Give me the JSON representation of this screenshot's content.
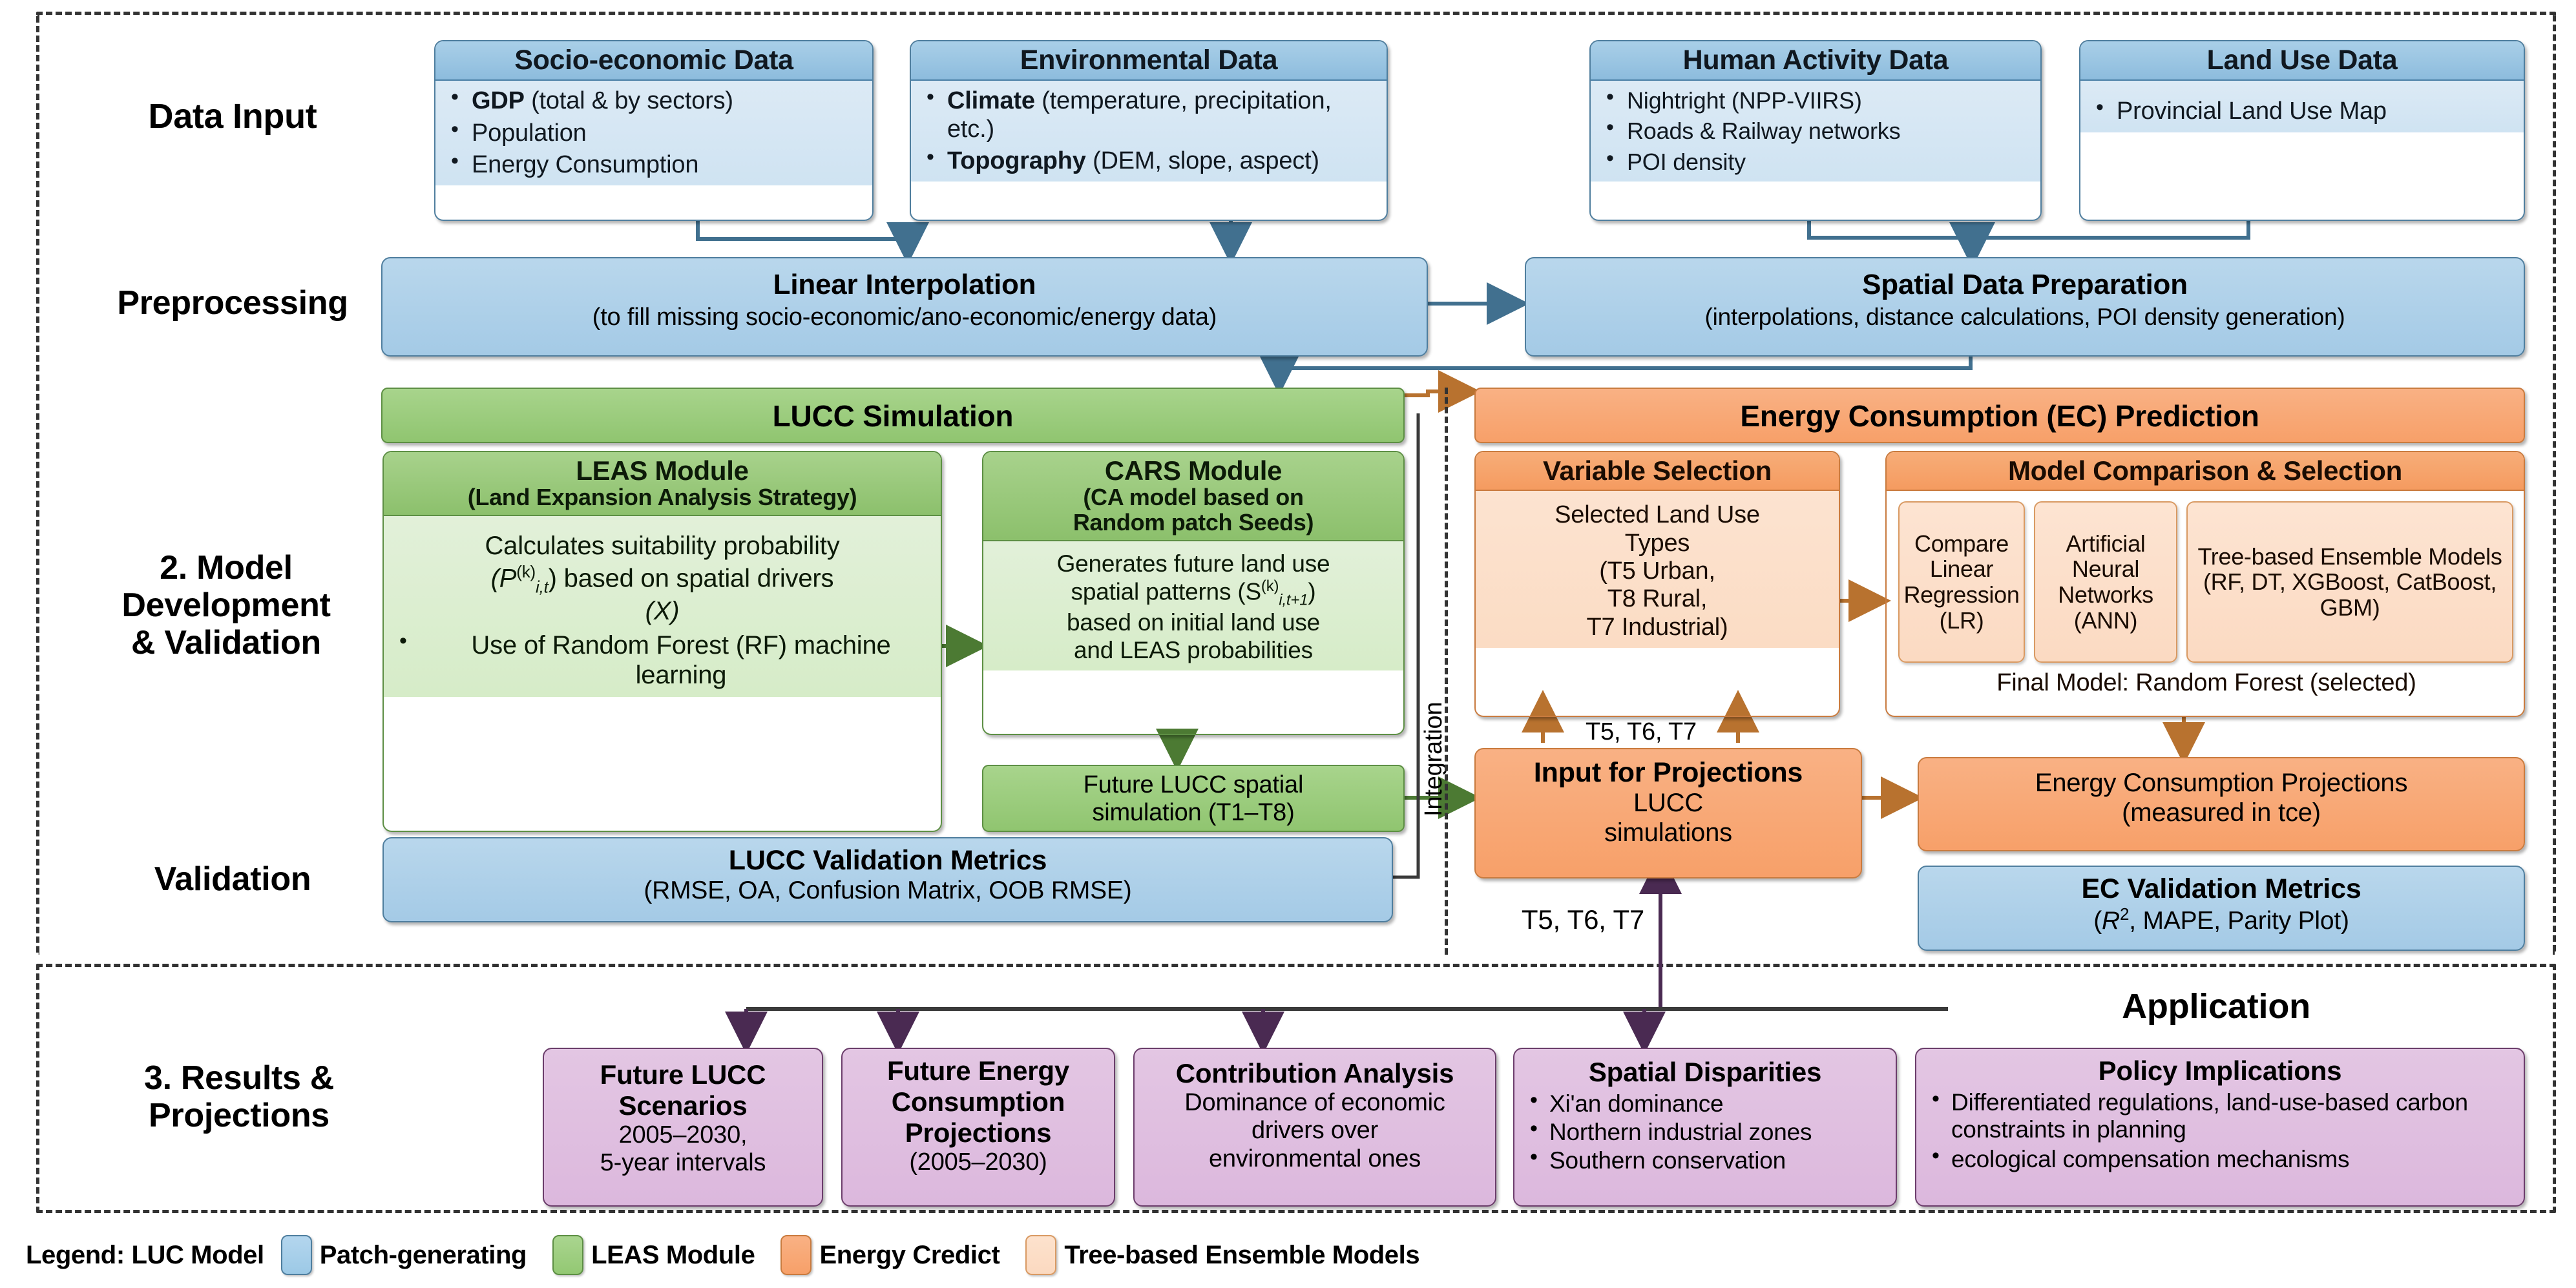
{
  "row_labels": {
    "data_input": "Data Input",
    "preprocessing": "Preprocessing",
    "model_dev": "2. Model\nDevelopment\n& Validation",
    "model_dev_l1": "2. Model",
    "model_dev_l2": "Development",
    "model_dev_l3": "& Validation",
    "validation": "Validation",
    "results_l1": "3. Results &",
    "results_l2": "Projections"
  },
  "data_input": {
    "socio": {
      "title": "Socio-economic Data",
      "items": [
        {
          "bold": "GDP",
          "rest": " (total & by sectors)"
        },
        {
          "bold": "",
          "rest": "Population"
        },
        {
          "bold": "",
          "rest": "Energy Consumption"
        }
      ]
    },
    "environmental": {
      "title": "Environmental Data",
      "items": [
        {
          "bold": "Climate",
          "rest": " (temperature, precipitation, etc.)"
        },
        {
          "bold": "Topography",
          "rest": " (DEM, slope, aspect)"
        }
      ]
    },
    "human_activity": {
      "title": "Human Activity Data",
      "items": [
        {
          "bold": "",
          "rest": "Nightright (NPP-VIIRS)"
        },
        {
          "bold": "",
          "rest": "Roads & Railway networks"
        },
        {
          "bold": "",
          "rest": "POI density"
        }
      ]
    },
    "land_use": {
      "title": "Land Use Data",
      "items": [
        {
          "bold": "",
          "rest": "Provincial Land Use Map"
        }
      ]
    }
  },
  "preprocessing": {
    "linear_interpolation": {
      "title": "Linear Interpolation",
      "subtitle": "(to fill missing socio-economic/ano-economic/energy data)"
    },
    "spatial_prep": {
      "title": "Spatial Data Preparation",
      "subtitle": "(interpolations, distance calculations, POI density generation)"
    }
  },
  "lucc": {
    "banner": "LUCC Simulation",
    "leas": {
      "title": "LEAS Module",
      "subtitle": "(Land Expansion Analysis Strategy)",
      "body_line1": "Calculates suitability probability",
      "body_line2_pre": "(P",
      "body_line2_sup": "(k)",
      "body_line2_sub": "i,t",
      "body_line2_post": ") based on spatial drivers",
      "body_line3": "(X)",
      "bullet": "Use of Random Forest (RF) machine learning"
    },
    "cars": {
      "title": "CARS Module",
      "subtitle_l1": "(CA model based on",
      "subtitle_l2": "Random patch Seeds)",
      "body_line1": "Generates future land use",
      "body_line2_pre": "spatial patterns (S",
      "body_line2_sup": "(k)",
      "body_line2_sub": "i,t+1",
      "body_line2_post": ")",
      "body_line3": "based on initial land use",
      "body_line4": "and LEAS probabilities"
    },
    "future_lucc": {
      "line1": "Future LUCC spatial",
      "line2": "simulation (T1–T8)"
    }
  },
  "integration_label": "Integration",
  "ec": {
    "banner": "Energy Consumption (EC) Prediction",
    "variable_selection": {
      "title": "Variable Selection",
      "lines": [
        "Selected Land Use",
        "Types",
        "(T5 Urban,",
        "T8 Rural,",
        "T7 Industrial)"
      ]
    },
    "model_comparison": {
      "title": "Model Comparison & Selection",
      "models": [
        "Compare Linear Regression (LR)",
        "Artificial Neural Networks (ANN)",
        "Tree-based Ensemble Models (RF, DT, XGBoost, CatBoost, GBM)"
      ],
      "final_model": "Final Model: Random Forest (selected)"
    },
    "input_projections": {
      "title": "Input for Projections",
      "line2": "LUCC",
      "line3": "simulations"
    },
    "ec_projections": {
      "line1": "Energy Consumption Projections",
      "line2": "(measured in tce)"
    }
  },
  "edge_labels": {
    "t5_t6_t7_upper": "T5, T6, T7",
    "t5_t6_t7_lower": "T5, T6, T7"
  },
  "validation": {
    "lucc_metrics": {
      "title": "LUCC Validation Metrics",
      "subtitle": "(RMSE, OA, Confusion Matrix, OOB RMSE)"
    },
    "ec_metrics": {
      "title": "EC Validation Metrics",
      "subtitle_pre": "(",
      "subtitle_r": "R",
      "subtitle_sup": "2",
      "subtitle_post": ", MAPE, Parity Plot)"
    }
  },
  "application_label": "Application",
  "results": [
    {
      "title_lines": [
        "Future LUCC",
        "Scenarios"
      ],
      "body_lines": [
        "2005–2030,",
        "5-year intervals"
      ],
      "bullets": []
    },
    {
      "title_lines": [
        "Future Energy",
        "Consumption",
        "Projections"
      ],
      "body_lines": [
        "(2005–2030)"
      ],
      "bullets": []
    },
    {
      "title_lines": [
        "Contribution Analysis"
      ],
      "body_lines": [
        "Dominance of economic",
        "drivers over",
        "environmental ones"
      ],
      "bullets": []
    },
    {
      "title_lines": [
        "Spatial Disparities"
      ],
      "body_lines": [],
      "bullets": [
        "Xi'an dominance",
        "Northern industrial zones",
        "Southern conservation"
      ]
    },
    {
      "title_lines": [
        "Policy Implications"
      ],
      "body_lines": [],
      "bullets": [
        "Differentiated regulations, land-use-based carbon constraints in planning",
        "ecological compensation mechanisms"
      ]
    }
  ],
  "legend": {
    "title": "Legend: LUC Model",
    "items": [
      {
        "label": "Patch-generating",
        "color": "#a9cfe8"
      },
      {
        "label": "LEAS Module",
        "color": "#a0cf85"
      },
      {
        "label": "Energy Credict",
        "color": "#f9ae80"
      },
      {
        "label": "Tree-based Ensemble Models",
        "color": "#fde2cd"
      }
    ]
  },
  "colors": {
    "blue": "#a9cfe8",
    "green": "#9acb7c",
    "orange": "#f7a069",
    "peach": "#fbdcc4",
    "purple": "#dcbddd"
  }
}
